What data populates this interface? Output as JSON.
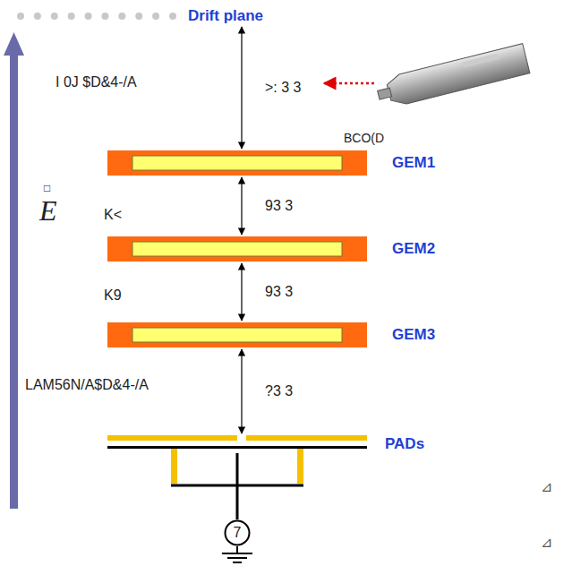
{
  "diagram": {
    "nodes": [
      {
        "text": [
          "Drift plane"
        ]
      },
      {
        "text": [
          "GEM1"
        ]
      },
      {
        "text": [
          "GEM2"
        ]
      },
      {
        "text": [
          "GEM3"
        ]
      },
      {
        "text": [
          "PADs"
        ]
      },
      {
        "text": [
          "7"
        ]
      }
    ],
    "edges": [
      {
        "from": 0,
        "to": 1,
        "arrow": "both",
        "label": ">: 3 3"
      },
      {
        "from": 1,
        "to": 2,
        "arrow": "both",
        "label": "93 3"
      },
      {
        "from": 2,
        "to": 3,
        "arrow": "both",
        "label": "93 3"
      },
      {
        "from": 3,
        "to": 4,
        "arrow": "both",
        "label": "?3 3"
      },
      {
        "from": 4,
        "to": 5,
        "arrow": "none"
      }
    ],
    "labels": [
      "I 0J $D&4-/A",
      "K<",
      "K9",
      "LAM56N/A$D&4-/A",
      "BCO(D",
      "□",
      "E",
      "⊿",
      "⊿"
    ]
  }
}
